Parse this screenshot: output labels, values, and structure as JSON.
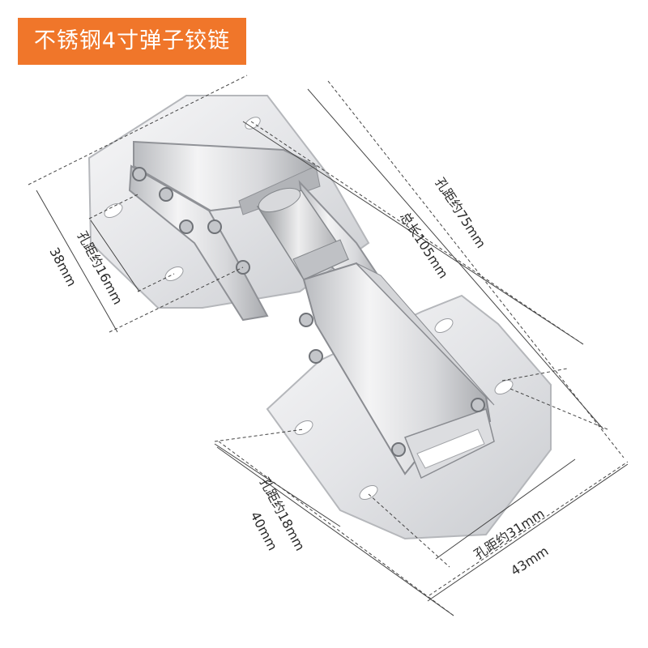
{
  "product_title": "不锈钢4寸弹子铰链",
  "dimensions": {
    "hole_distance_top": "孔距约75mm",
    "total_length": "总长105mm",
    "hole_distance_left": "孔距约16mm",
    "left_width": "38mm",
    "hole_distance_bottom_left": "孔距约18mm",
    "bottom_left_width": "40mm",
    "hole_distance_bottom_right": "孔距约31mm",
    "bottom_right_width": "43mm"
  },
  "colors": {
    "badge": "#f0762a",
    "metal_light": "#f2f2f4",
    "metal_mid": "#cfd1d5",
    "metal_dark": "#8d9096"
  }
}
